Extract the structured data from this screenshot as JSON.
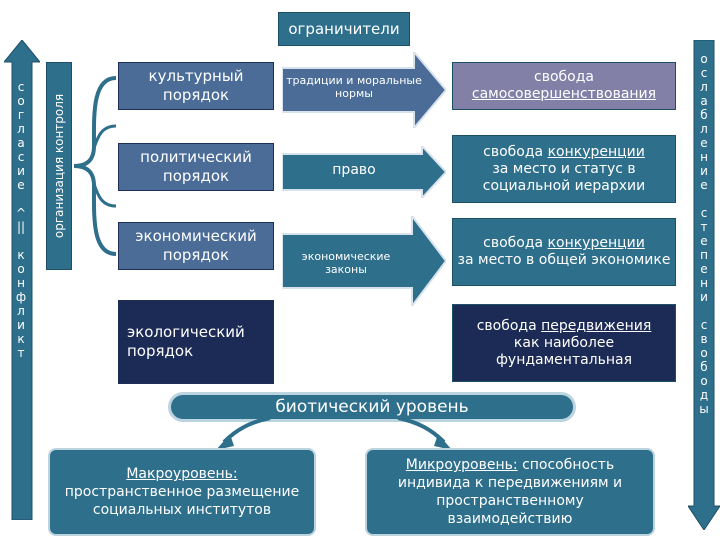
{
  "top_title": "ограничители",
  "left_vertical": "с\nо\nг\nл\nа\nс\nи\nе\n\n^\n||\n\nк\nо\nн\nф\nл\nи\nк\nт",
  "control_label": "организация контроля",
  "orders": [
    "культурный порядок",
    "политический порядок",
    "экономический порядок",
    "экологический порядок"
  ],
  "arrows": [
    "традиции и моральные нормы",
    "право",
    "экономические законы"
  ],
  "freedoms": {
    "f1": {
      "line1": "свобода",
      "line2": "самосовершенствования"
    },
    "f2": {
      "pre": "свобода ",
      "u": "конкуренции",
      "post": "за место и статус в социальной иерархии"
    },
    "f3": {
      "pre": "свобода ",
      "u": "конкуренции",
      "post": "за место в общей экономике"
    },
    "f4": {
      "pre": "свобода ",
      "u": "передвижения",
      "post": "как наиболее фундаментальная"
    }
  },
  "bio_level": "биотический уровень",
  "macro": {
    "title": "Макроуровень:",
    "text": "пространственное размещение социальных институтов"
  },
  "micro": {
    "title": "Микроуровень:",
    "text": "способность индивида к передвижениям и пространственному взаимодействию"
  },
  "right_vertical": "о\nс\nл\nа\nб\nл\nе\nн\nи\nе\n\nс\nт\nе\nп\nе\nн\nи\n\nс\nв\nо\nб\nо\nд\nы",
  "colors": {
    "primary": "#2e6f8c",
    "dark_navy": "#1c2b55",
    "steel_blue": "#4a6c97",
    "lavender": "#8380a8"
  }
}
